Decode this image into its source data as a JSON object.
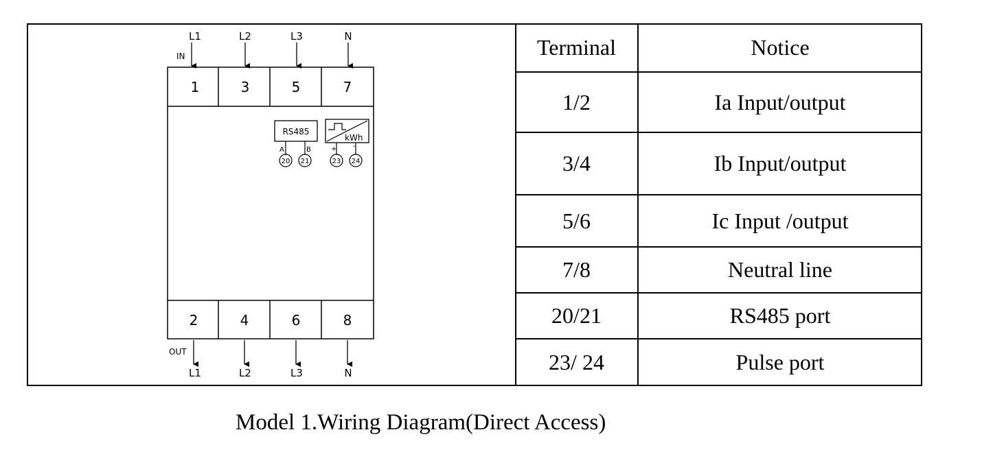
{
  "diagram": {
    "inputs": {
      "direction": "IN",
      "wires": [
        "L1",
        "L2",
        "L3",
        "N"
      ],
      "terminals": [
        "1",
        "3",
        "5",
        "7"
      ]
    },
    "outputs": {
      "direction": "OUT",
      "wires": [
        "L1",
        "L2",
        "L3",
        "N"
      ],
      "terminals": [
        "2",
        "4",
        "6",
        "8"
      ]
    },
    "rs485": {
      "label": "RS485",
      "pin_a": "A",
      "pin_b": "B",
      "terminals": [
        "20",
        "21"
      ]
    },
    "pulse": {
      "label": "kWh",
      "plus": "+",
      "minus": "-",
      "terminals": [
        "23",
        "24"
      ]
    }
  },
  "table": {
    "headers": [
      "Terminal",
      "Notice"
    ],
    "rows": [
      [
        "1/2",
        "Ia Input/output"
      ],
      [
        "3/4",
        "Ib Input/output"
      ],
      [
        "5/6",
        "Ic Input /output"
      ],
      [
        "7/8",
        "Neutral line"
      ],
      [
        "20/21",
        "RS485 port"
      ],
      [
        "23/ 24",
        "Pulse port"
      ]
    ]
  },
  "caption": "Model 1.Wiring Diagram(Direct Access)"
}
